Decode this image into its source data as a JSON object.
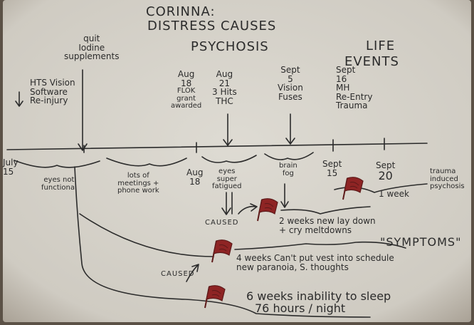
{
  "title": {
    "line1": "CORINNA:",
    "line2": "DISTRESS CAUSES",
    "line3": "PSYCHOSIS"
  },
  "life_events_label": {
    "line1": "LIFE",
    "line2": "EVENTS"
  },
  "events": [
    {
      "lines": [
        "HTS Vision",
        "Software",
        "Re-injury"
      ]
    },
    {
      "lines": [
        "quit",
        "Iodine",
        "supplements"
      ]
    },
    {
      "lines": [
        "Aug",
        "18",
        "FLOK",
        "grant",
        "awarded"
      ]
    },
    {
      "lines": [
        "Aug",
        "21",
        "3 Hits",
        "THC"
      ]
    },
    {
      "lines": [
        "Sept",
        "5",
        "Vision",
        "Fuses"
      ]
    },
    {
      "lines": [
        "Sept",
        "16",
        "MH",
        "Re-Entry",
        "Trauma"
      ]
    }
  ],
  "timeline_labels": [
    {
      "lines": [
        "July",
        "15"
      ]
    },
    {
      "lines": [
        "Aug",
        "18"
      ]
    },
    {
      "lines": [
        "Sept",
        "15"
      ]
    },
    {
      "lines": [
        "Sept",
        "20"
      ]
    }
  ],
  "under_timeline": [
    {
      "lines": [
        "eyes not",
        "functional"
      ]
    },
    {
      "lines": [
        "lots of",
        "meetings +",
        "phone work"
      ]
    },
    {
      "lines": [
        "eyes",
        "super",
        "fatigued"
      ]
    },
    {
      "lines": [
        "brain",
        "fog"
      ]
    }
  ],
  "trauma_note": {
    "lines": [
      "trauma",
      "induced",
      "psychosis"
    ]
  },
  "one_week": "1 week",
  "caused_1": "CAUSED",
  "caused_2": "CAUSED",
  "symptom_2weeks": {
    "lines": [
      "2 weeks new lay down",
      "+ cry meltdowns"
    ]
  },
  "symptoms_label": "\"SYMPTOMS\"",
  "symptom_4weeks": {
    "lines": [
      "4 weeks Can't put vest into schedule",
      "new paranoia, S. thoughts"
    ]
  },
  "symptom_6weeks": {
    "lines": [
      "6 weeks inability to sleep",
      "76 hours / night"
    ]
  },
  "colors": {
    "paper": "#d9d5cd",
    "ink": "#2b2b2b",
    "flag_red": "#8e2424"
  }
}
